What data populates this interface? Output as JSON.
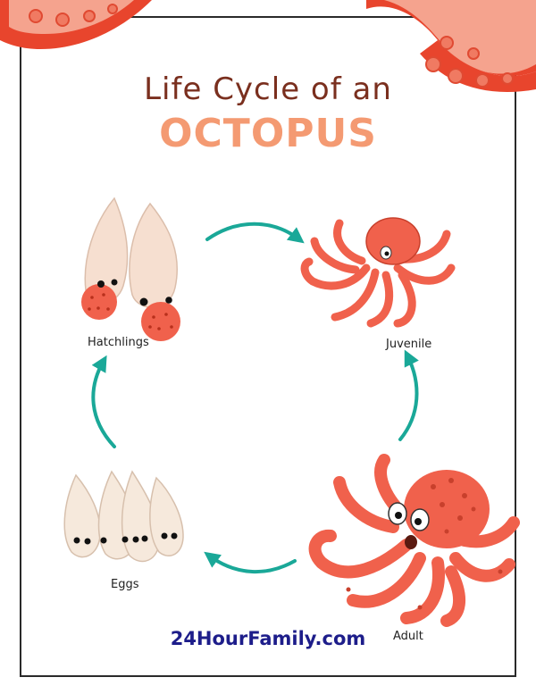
{
  "title": {
    "line1": "Life Cycle of an",
    "line2": "OCTOPUS"
  },
  "stages": {
    "hatchlings": "Hatchlings",
    "juvenile": "Juvenile",
    "adult": "Adult",
    "eggs": "Eggs"
  },
  "brand": "24HourFamily.com",
  "colors": {
    "octopus": "#f0614c",
    "octopus_dark": "#c8402c",
    "arrow": "#1aa898",
    "tentacle": "#e8452d",
    "egg": "#f6e9dc",
    "title_dark": "#7a2f1e",
    "title_orange": "#f49a72"
  }
}
